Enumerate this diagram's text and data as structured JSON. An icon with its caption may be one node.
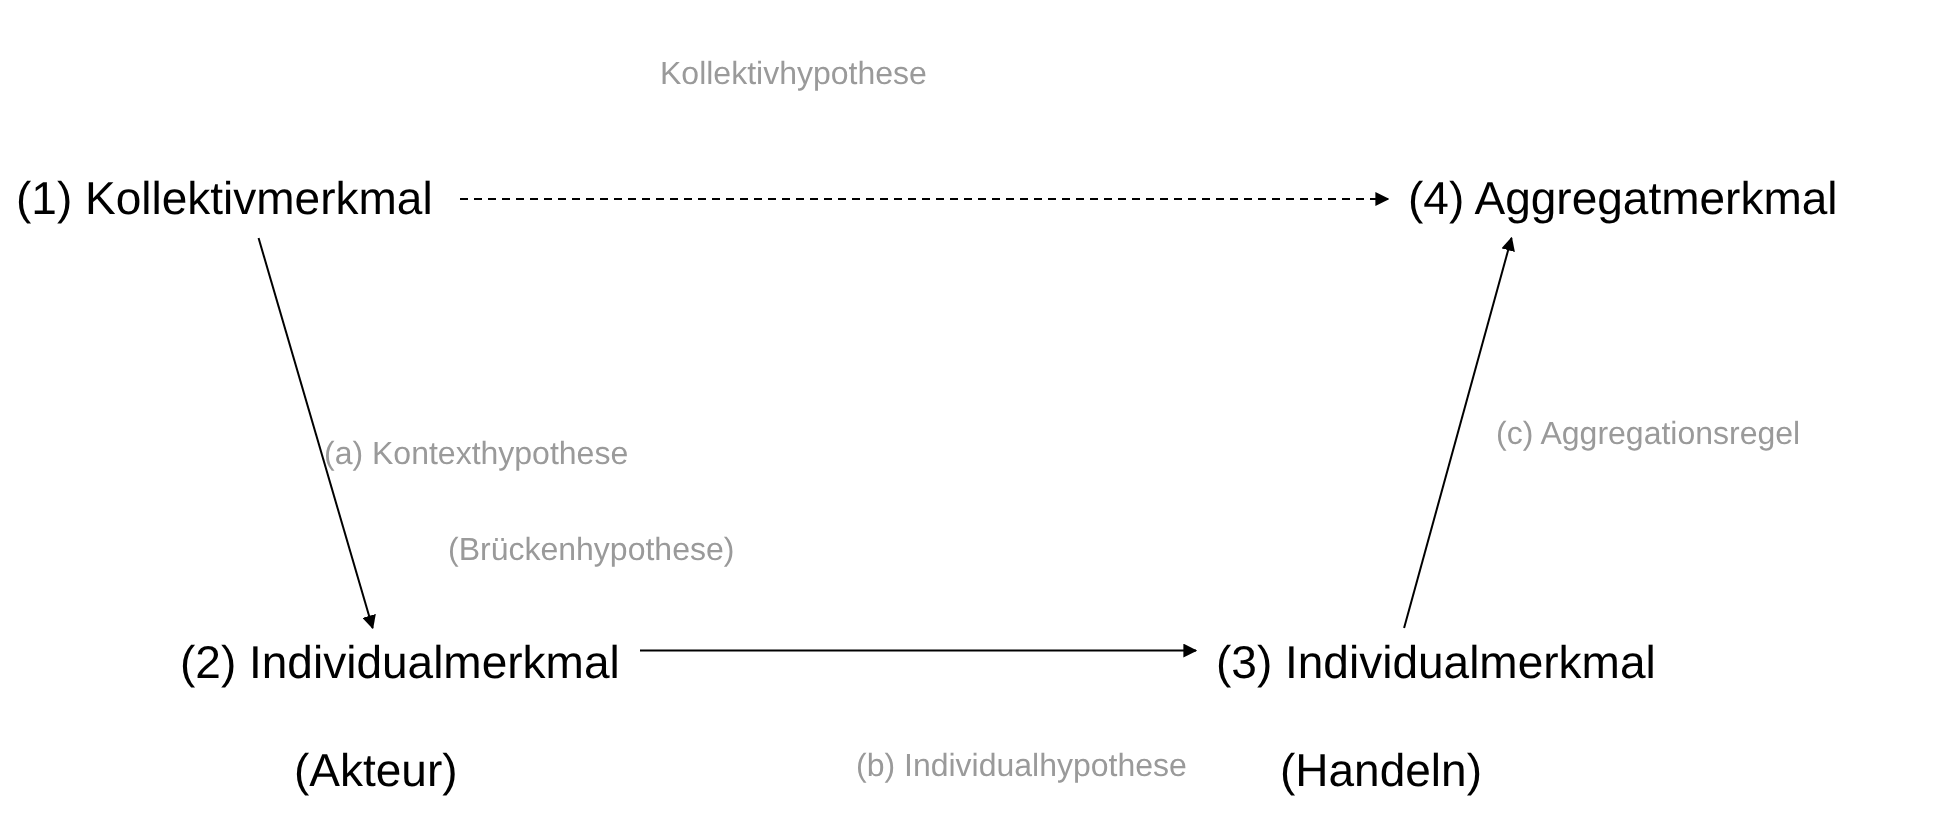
{
  "diagram": {
    "nodes": [
      {
        "text": [
          "(1) Kollektivmerkmal"
        ]
      },
      {
        "text": [
          "(4) Aggregatmerkmal"
        ]
      },
      {
        "text": [
          "(2) Individualmerkmal"
        ],
        "beside": [
          "(Akteur)"
        ]
      },
      {
        "text": [
          "(3) Individualmerkmal"
        ],
        "beside": [
          "(Handeln)"
        ]
      }
    ],
    "edges": [
      {
        "from": 0,
        "to": 1,
        "arrow": "to",
        "style": "dashed",
        "label": "Kollektivhypothese"
      },
      {
        "from": 0,
        "to": 2,
        "arrow": "to",
        "label": "(a) Kontexthypothese (Brückenhypothese)"
      },
      {
        "from": 2,
        "to": 3,
        "arrow": "to",
        "label": "(b) Individualhypothese"
      },
      {
        "from": 3,
        "to": 1,
        "arrow": "to",
        "label": "(c) Aggregationsregel"
      }
    ]
  }
}
